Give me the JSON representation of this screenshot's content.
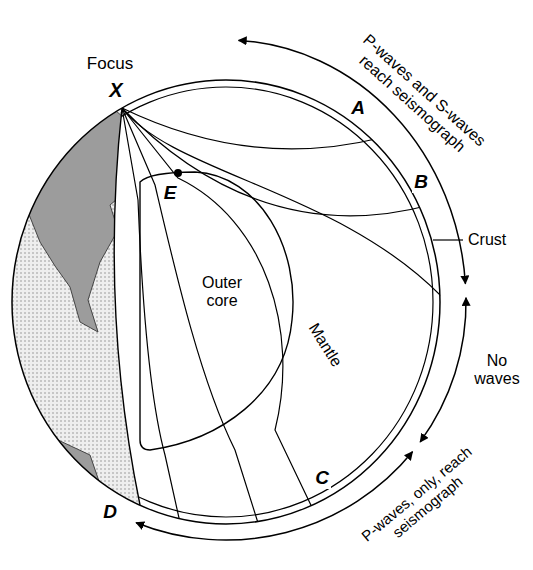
{
  "diagram": {
    "labels": [
      "P-waves and S-waves reach seismograph",
      "Focus",
      "X",
      "A",
      "B",
      "E",
      "Crust",
      "Outer core",
      "Mantle",
      "No waves",
      "C",
      "D",
      "P-waves, only, reach seismograph"
    ]
  }
}
